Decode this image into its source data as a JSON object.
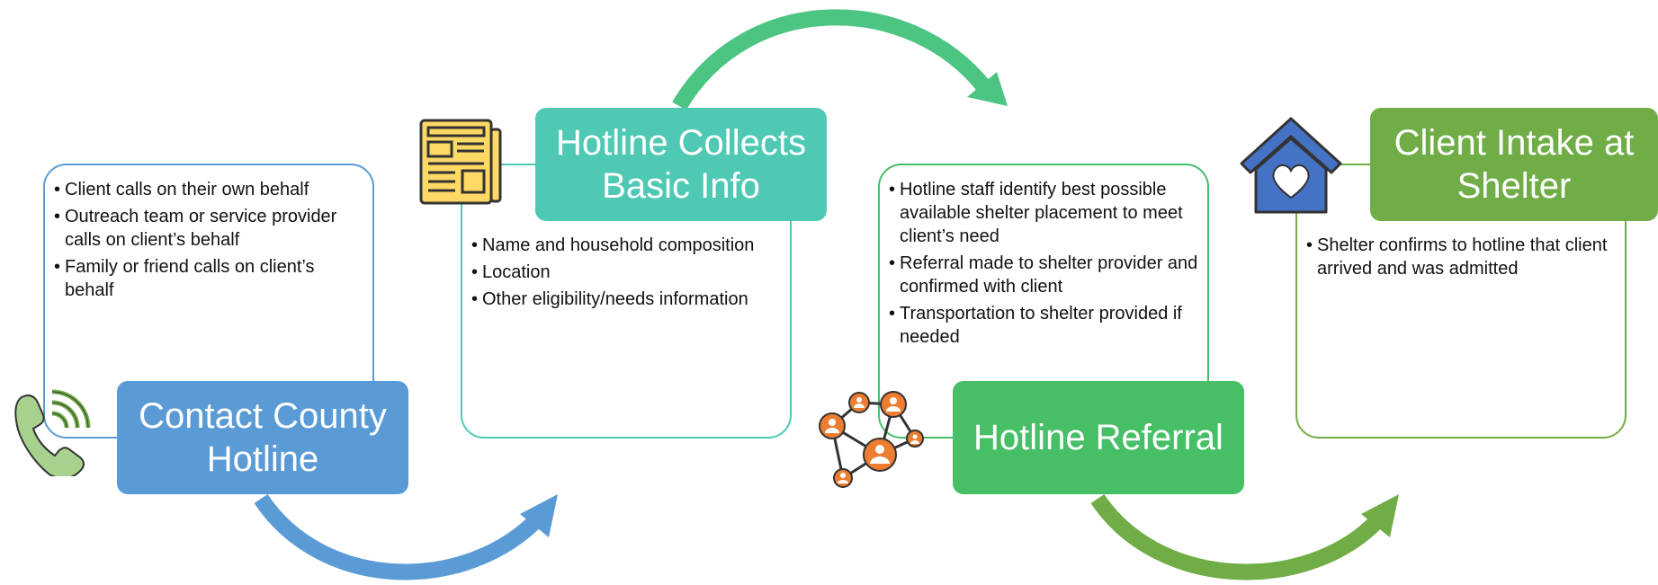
{
  "colors": {
    "blue": "#5b9bd5",
    "teal": "#4fc9b4",
    "green": "#46bf67",
    "olive_green": "#70ad47",
    "arrow_teal_green": "#4cc583",
    "arrow_blue": "#5b9bd5",
    "arrow_green": "#70ad47"
  },
  "steps": [
    {
      "title": "Contact County Hotline",
      "icon": "phone-ringing-icon",
      "bullets": [
        "Client calls on their own behalf",
        "Outreach team or service provider calls on client’s behalf",
        "Family or friend calls on client’s behalf"
      ]
    },
    {
      "title": "Hotline Collects Basic Info",
      "icon": "newspaper-form-icon",
      "bullets": [
        "Name and household composition",
        "Location",
        "Other eligibility/needs information"
      ]
    },
    {
      "title": "Hotline Referral",
      "icon": "people-network-icon",
      "bullets": [
        "Hotline staff identify best possible available shelter placement to meet client’s need",
        "Referral made to shelter provider and confirmed with client",
        "Transportation to shelter provided if needed"
      ]
    },
    {
      "title": "Client Intake at Shelter",
      "icon": "house-heart-icon",
      "bullets": [
        "Shelter confirms to hotline that client arrived and was admitted"
      ]
    }
  ]
}
